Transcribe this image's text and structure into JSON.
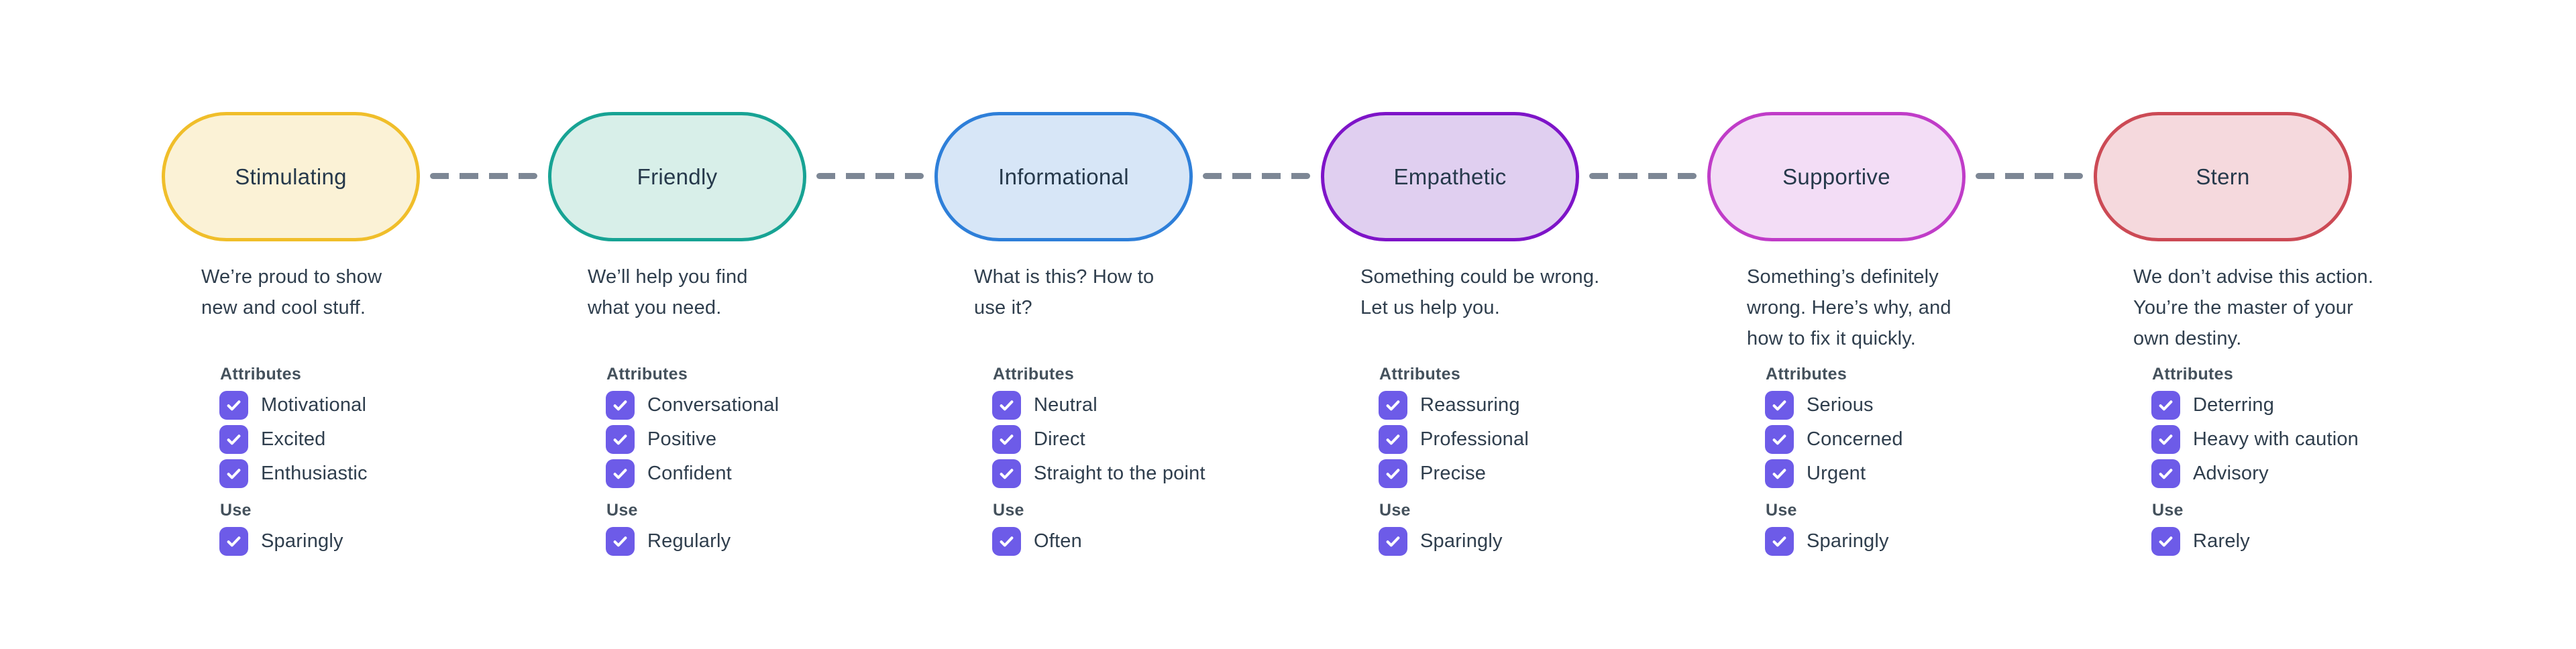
{
  "page": {
    "background": "#FFFFFF"
  },
  "palette": {
    "checkbox_fill": "#6D5BE8",
    "checkmark": "#FFFFFF",
    "connector": "#7D8795",
    "body_text": "#2F3E4D",
    "heading_text": "#44515C",
    "pill_text": "#26394B"
  },
  "section_labels": {
    "attributes": "Attributes",
    "use": "Use"
  },
  "tones": [
    {
      "name": "Stimulating",
      "pill_fill": "#FBF2D6",
      "pill_border": "#F0BE2A",
      "description": "We’re proud to show\nnew and cool stuff.",
      "attributes": [
        {
          "label": "Motivational",
          "checked": true
        },
        {
          "label": "Excited",
          "checked": true
        },
        {
          "label": "Enthusiastic",
          "checked": true
        }
      ],
      "use": {
        "label": "Sparingly",
        "checked": true
      }
    },
    {
      "name": "Friendly",
      "pill_fill": "#D8EFE9",
      "pill_border": "#17A394",
      "description": "We’ll help you find\nwhat you need.",
      "attributes": [
        {
          "label": "Conversational",
          "checked": true
        },
        {
          "label": "Positive",
          "checked": true
        },
        {
          "label": "Confident",
          "checked": true
        }
      ],
      "use": {
        "label": "Regularly",
        "checked": true
      }
    },
    {
      "name": "Informational",
      "pill_fill": "#D7E6F7",
      "pill_border": "#2E7FD9",
      "description": "What is this? How to\nuse it?",
      "attributes": [
        {
          "label": "Neutral",
          "checked": true
        },
        {
          "label": "Direct",
          "checked": true
        },
        {
          "label": "Straight to the point",
          "checked": true
        }
      ],
      "use": {
        "label": "Often",
        "checked": true
      }
    },
    {
      "name": "Empathetic",
      "pill_fill": "#E0CFF0",
      "pill_border": "#7E14C8",
      "description": "Something could be wrong.\nLet us help you.",
      "attributes": [
        {
          "label": "Reassuring",
          "checked": true
        },
        {
          "label": "Professional",
          "checked": true
        },
        {
          "label": "Precise",
          "checked": true
        }
      ],
      "use": {
        "label": "Sparingly",
        "checked": true
      }
    },
    {
      "name": "Supportive",
      "pill_fill": "#F3DDF6",
      "pill_border": "#C03CC8",
      "description": "Something’s definitely\nwrong. Here’s why, and\nhow to fix it quickly.",
      "attributes": [
        {
          "label": "Serious",
          "checked": true
        },
        {
          "label": "Concerned",
          "checked": true
        },
        {
          "label": "Urgent",
          "checked": true
        }
      ],
      "use": {
        "label": "Sparingly",
        "checked": true
      }
    },
    {
      "name": "Stern",
      "pill_fill": "#F5D9DD",
      "pill_border": "#CC4A55",
      "description": "We don’t advise this action.\nYou’re the master of your\nown destiny.",
      "attributes": [
        {
          "label": "Deterring",
          "checked": true
        },
        {
          "label": "Heavy with caution",
          "checked": true
        },
        {
          "label": "Advisory",
          "checked": true
        }
      ],
      "use": {
        "label": "Rarely",
        "checked": true
      }
    }
  ]
}
